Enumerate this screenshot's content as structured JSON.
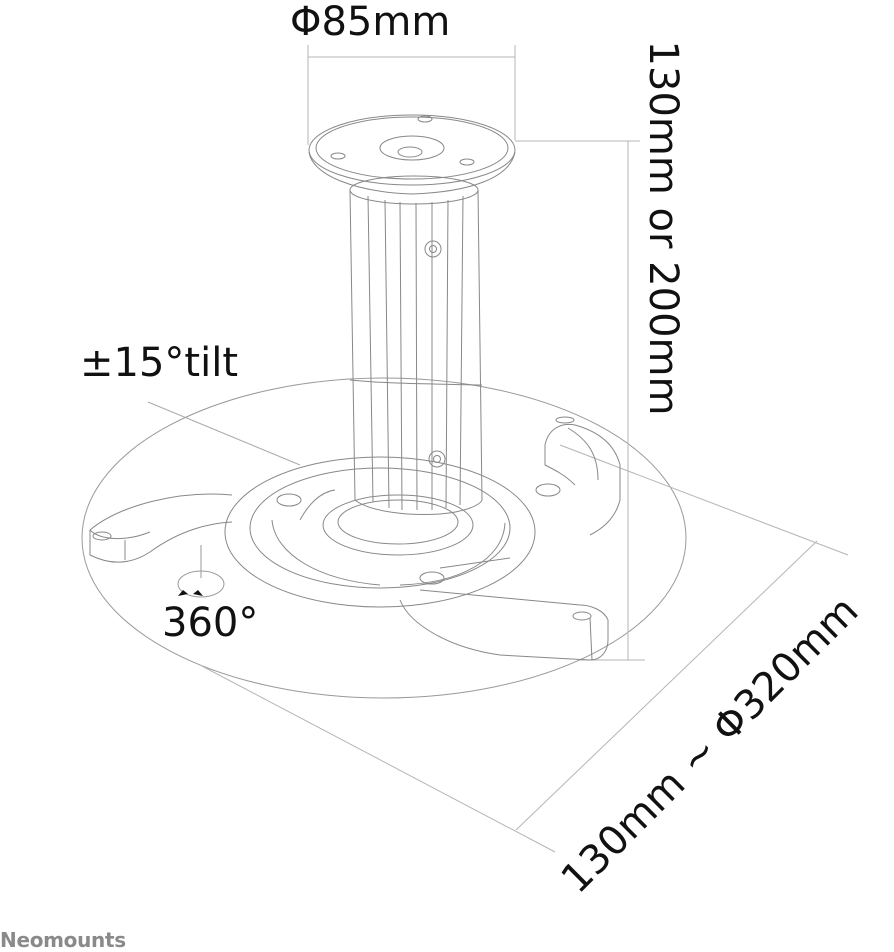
{
  "diagram": {
    "subject": "Projector ceiling mount, isometric line drawing",
    "labels": {
      "top_plate_diameter": "Φ85mm",
      "height": "130mm or 200mm",
      "tilt": "±15°tilt",
      "rotation": "360°",
      "bracket_range": "130mm ~ Φ320mm"
    },
    "brand": "Neomounts",
    "colors": {
      "line": "#8f8f8f",
      "dim_line": "#b5b5b5",
      "text": "#111111",
      "brand": "#8a8a8a"
    }
  }
}
